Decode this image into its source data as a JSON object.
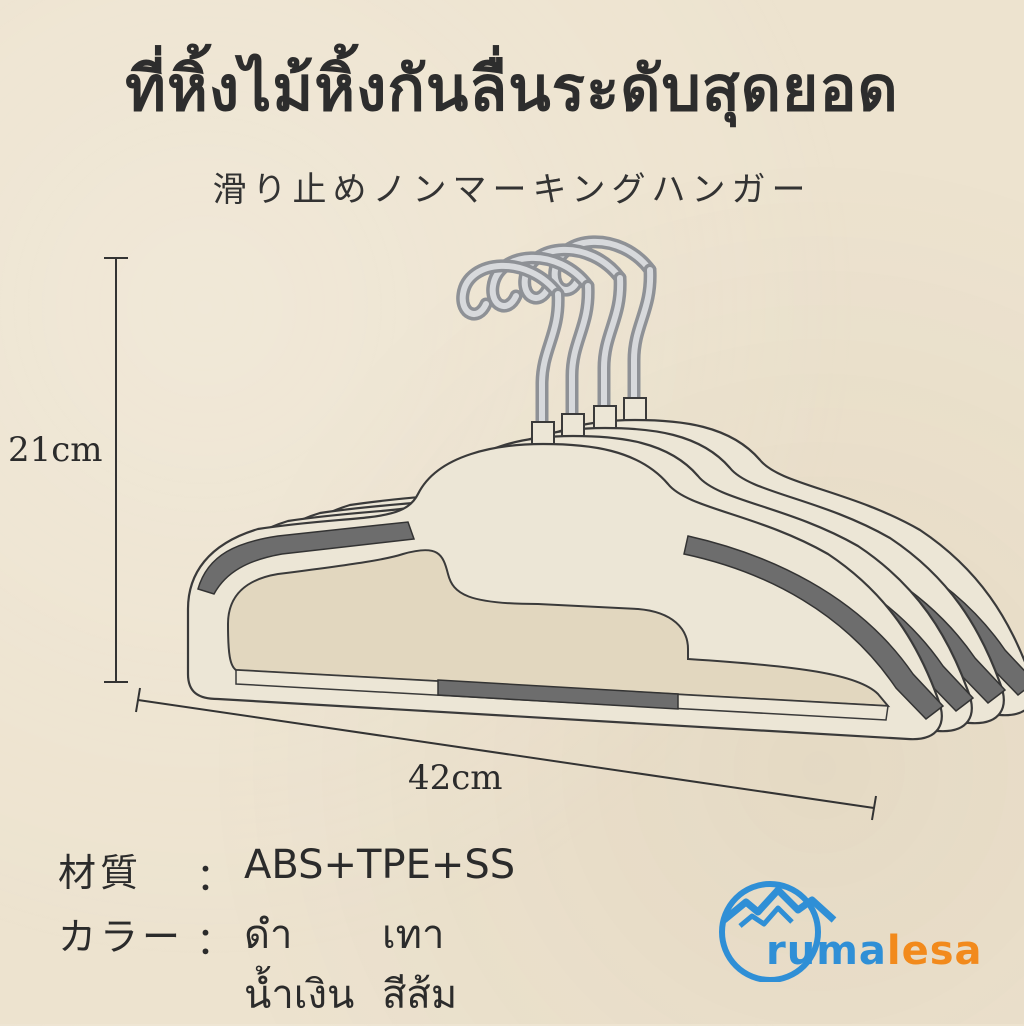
{
  "title": "ที่หิ้งไม้หิ้งกันลื่นระดับสุดยอด",
  "subtitle": "滑り止めノンマーキングハンガー",
  "dimensions": {
    "height": "21cm",
    "width": "42cm"
  },
  "specs": {
    "material_label": "材質",
    "material_colon": "：",
    "material_value": "ABS+TPE+SS",
    "color_label": "カラー",
    "color_colon": "：",
    "colors": [
      "ดำ",
      "เทา",
      "น้ำเงิน",
      "สีส้ม"
    ]
  },
  "brand": {
    "part1": "ruma",
    "part2": "lesa"
  },
  "palette": {
    "background": "#ede3cf",
    "hanger_body": "#ece6d6",
    "grip": "#6d6d6d",
    "hook": "#b9bcc0",
    "logo_blue": "#2f8fd6",
    "logo_orange": "#f28a1c"
  },
  "illustration": {
    "type": "hanger-set",
    "count_visible": 4
  }
}
